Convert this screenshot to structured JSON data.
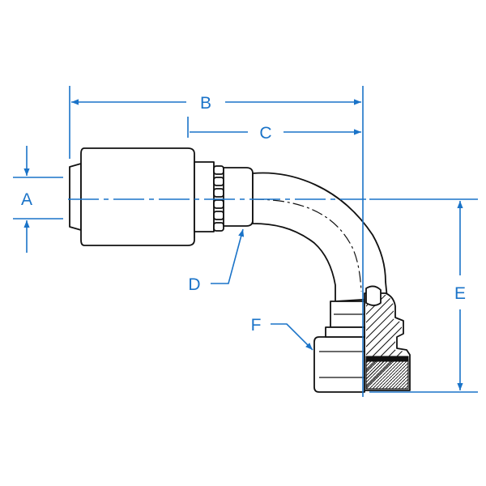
{
  "colors": {
    "dimension": "#1a73c8",
    "ink": "#111111",
    "background": "#ffffff"
  },
  "labels": {
    "a": "A",
    "b": "B",
    "c": "C",
    "d": "D",
    "e": "E",
    "f": "F"
  }
}
